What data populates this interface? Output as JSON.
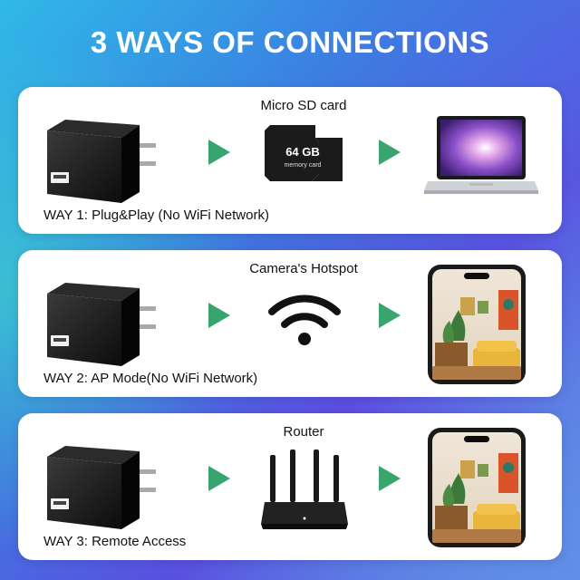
{
  "title": "3 WAYS OF CONNECTIONS",
  "sd_card": {
    "capacity": "64 GB",
    "subtitle": "memory card"
  },
  "ways": [
    {
      "label": "WAY 1: Plug&Play (No WiFi Network)",
      "middle_label": "Micro SD card",
      "middle_icon": "sd-card-icon",
      "end_icon": "laptop-icon"
    },
    {
      "label": "WAY 2: AP Mode(No WiFi Network)",
      "middle_label": "Camera's Hotspot",
      "middle_icon": "wifi-icon",
      "end_icon": "phone-icon"
    },
    {
      "label": "WAY 3: Remote Access",
      "middle_label": "Router",
      "middle_icon": "router-icon",
      "end_icon": "phone-icon"
    }
  ],
  "colors": {
    "arrow": "#39a56e",
    "title": "#ffffff",
    "panel": "#ffffff"
  }
}
